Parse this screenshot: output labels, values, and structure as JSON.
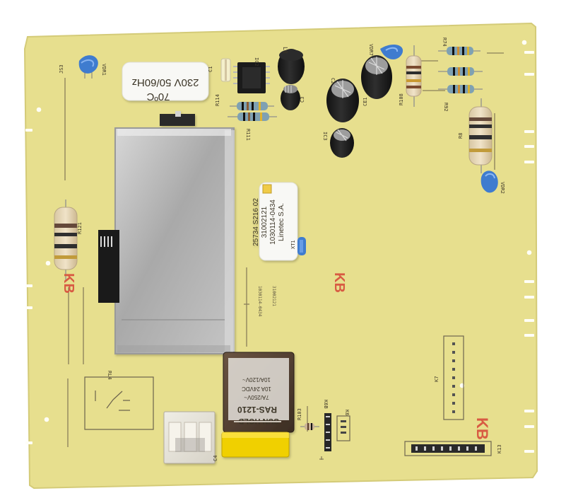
{
  "board": {
    "colors": {
      "pcb": "#e7df8e",
      "pcb_edge": "#d4cb78",
      "silk": "#5c5139",
      "red_mark": "#d85b43",
      "blue_cap": "#3f7ccf",
      "metal": "#b9b9b9",
      "relay_body": "#4b3a2d",
      "capacitor_yellow": "#f0d000"
    },
    "sticker_top": {
      "line1": "230V 50/60Hz",
      "line2": "70ºC"
    },
    "sticker_mid": {
      "line1": "Linetec S.A.",
      "line2": "1030114-0434",
      "line3": "31002121",
      "line4": "25734  S216  02"
    },
    "relay_lines": [
      "10A/120V~",
      "10A 24VDC",
      "7A/250V~",
      "RAS-1210"
    ],
    "brand": "SUN HOLD",
    "marks": {
      "kb_left": "KB",
      "kb_center": "KB",
      "kb_right": "KB"
    },
    "labels": {
      "vdr1": "VDR1",
      "js3": "JS3",
      "c1": "C1",
      "ic2": "IC2",
      "r114": "R114",
      "r111": "R111",
      "c3": "C3",
      "l8": "L8",
      "vdr7": "VDR7",
      "c2": "C2",
      "ce1": "CE1",
      "ic3": "IC3",
      "r74": "R74",
      "r108": "R108",
      "r92": "R92",
      "r8": "R8",
      "vdr2": "VDR2",
      "r121": "R121",
      "xt1": "XT1",
      "rl4": "RL4",
      "k6": "K6",
      "k6b": "K6B",
      "k7": "K7",
      "k13": "K13",
      "r103": "R103",
      "c4": "C4"
    },
    "small_text": {
      "board_code_1": "1030114-0434",
      "board_code_2": "31002121"
    }
  }
}
